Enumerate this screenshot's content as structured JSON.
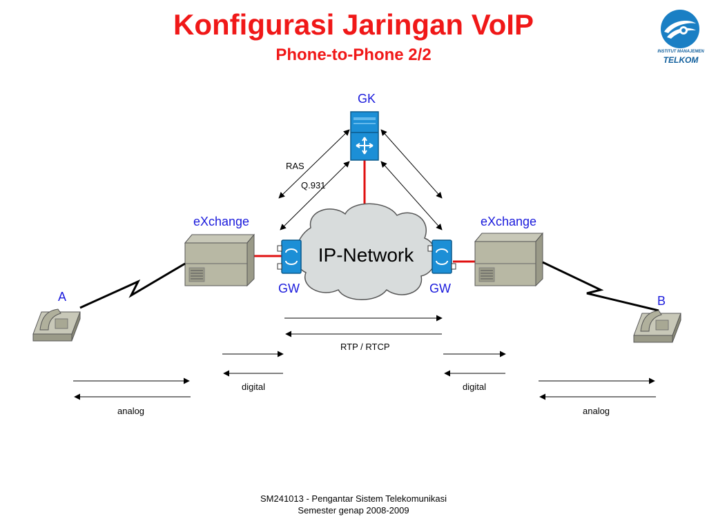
{
  "title": "Konfigurasi Jaringan VoIP",
  "subtitle": "Phone-to-Phone 2/2",
  "logo": {
    "line1": "INSTITUT MANAJEMEN",
    "line2": "TELKOM",
    "icon": "telkom-logo"
  },
  "labels": {
    "gk": "GK",
    "ras": "RAS",
    "q931": "Q.931",
    "cloud": "IP-Network",
    "exchange_left": "eXchange",
    "exchange_right": "eXchange",
    "gw_left": "GW",
    "gw_right": "GW",
    "phone_a": "A",
    "phone_b": "B",
    "rtp": "RTP / RTCP",
    "digital_left": "digital",
    "digital_right": "digital",
    "analog_left": "analog",
    "analog_right": "analog"
  },
  "footer": {
    "line1": "SM241013 - Pengantar Sistem Telekomunikasi",
    "line2": "Semester genap 2008-2009"
  },
  "colors": {
    "title": "#f01818",
    "label_blue": "#1a1adc",
    "link_red": "#e01010",
    "device_blue": "#1c8fd6"
  }
}
